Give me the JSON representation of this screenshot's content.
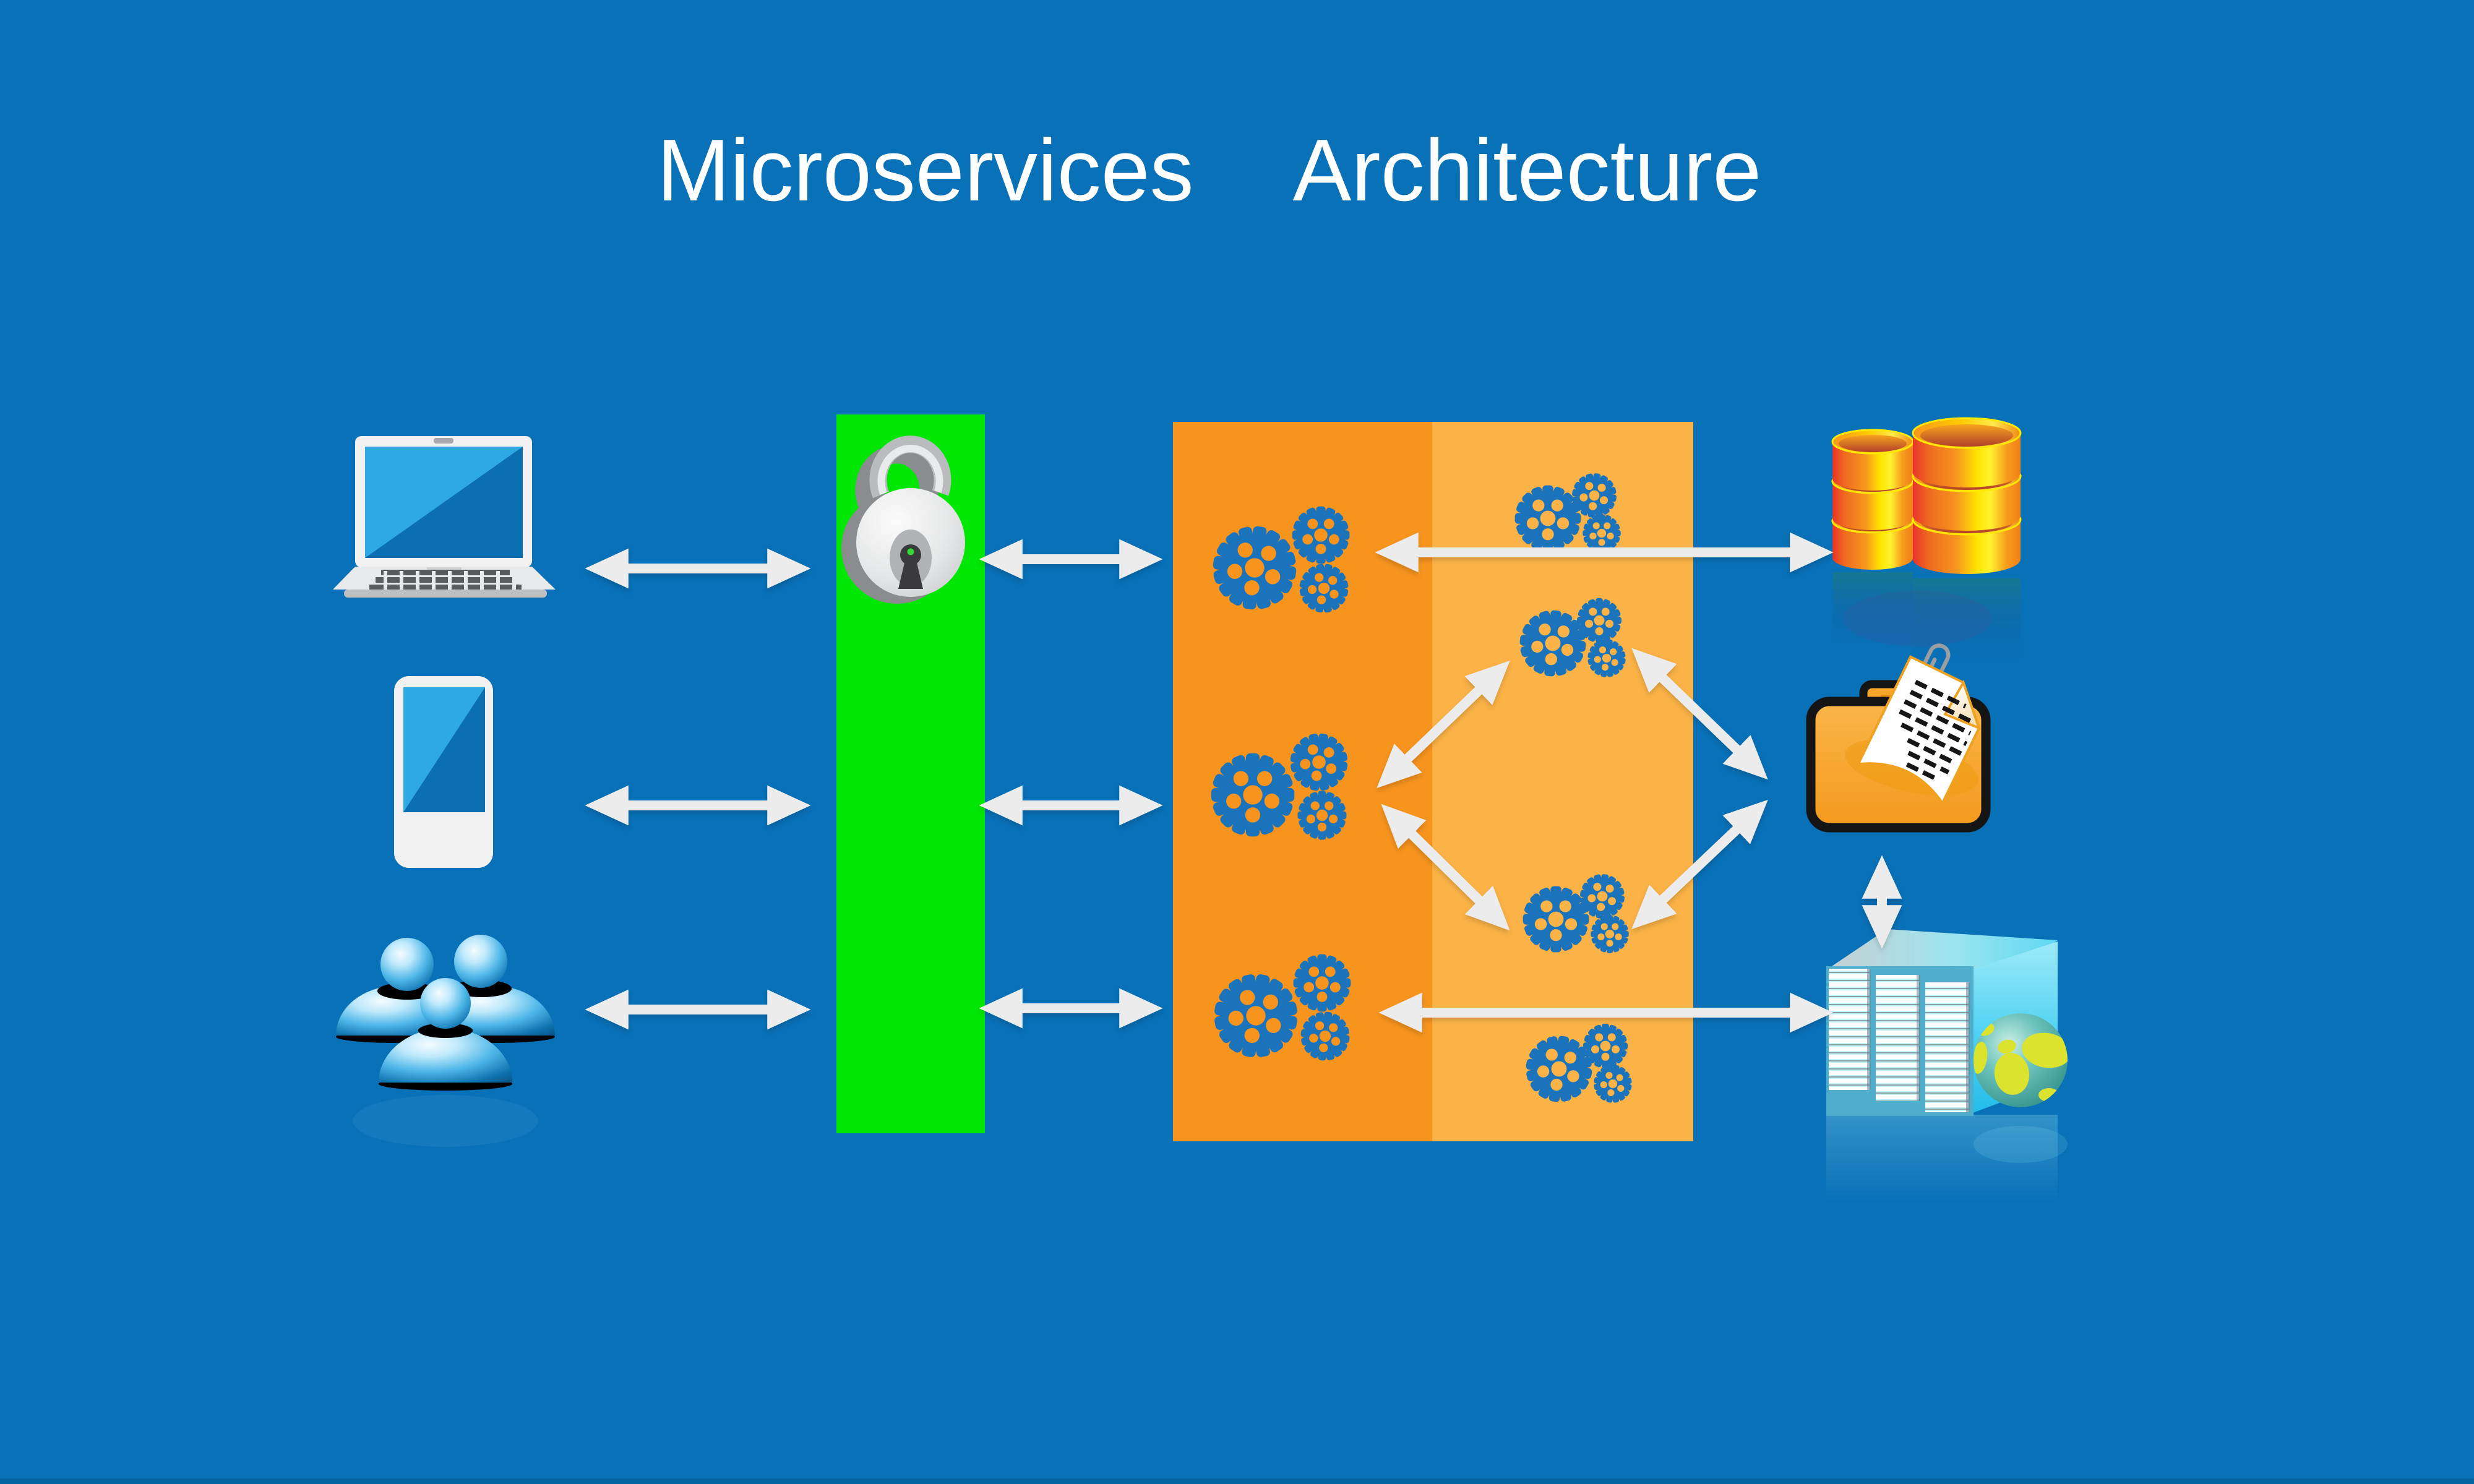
{
  "title": {
    "word1": "Microservices",
    "word2": "Architecture"
  },
  "palette": {
    "background_blue": "#0971B8",
    "gateway_green": "#00E703",
    "services_dark_orange": "#F7941E",
    "services_light_orange": "#FBB347",
    "gear_blue": "#1B74BB",
    "arrow_gray": "#ECECEC",
    "screen_light_blue": "#2FA9E1",
    "screen_dark_blue": "#0B6FB2",
    "database_red": "#F0342B",
    "database_yellow": "#FFF100",
    "folder_orange": "#F8AC33",
    "server_cyan": "#29C0E8",
    "globe_land_yellow": "#DCE32E"
  },
  "diagram": {
    "clients": [
      {
        "id": "laptop",
        "icon": "laptop-icon"
      },
      {
        "id": "smartphone",
        "icon": "smartphone-icon"
      },
      {
        "id": "users",
        "icon": "users-icon"
      }
    ],
    "gateway": {
      "id": "security-gateway",
      "icon": "padlock-icon"
    },
    "services_panel": {
      "id": "microservices-panel",
      "icon": "gears-icon",
      "gear_clusters_left_column": 3,
      "gear_clusters_right_column": 4
    },
    "backends": [
      {
        "id": "database",
        "icon": "database-icon"
      },
      {
        "id": "documents-folder",
        "icon": "folder-document-icon"
      },
      {
        "id": "web-server",
        "icon": "server-globe-icon"
      }
    ],
    "connections": [
      {
        "from": "laptop",
        "to": "security-gateway",
        "type": "bidirectional"
      },
      {
        "from": "smartphone",
        "to": "security-gateway",
        "type": "bidirectional"
      },
      {
        "from": "users",
        "to": "security-gateway",
        "type": "bidirectional"
      },
      {
        "from": "security-gateway",
        "to": "microservices-panel",
        "type": "bidirectional",
        "count": 3
      },
      {
        "from": "microservice-top",
        "to": "database",
        "type": "bidirectional"
      },
      {
        "from": "microservice-middle",
        "to": "service-top-right",
        "type": "bidirectional"
      },
      {
        "from": "microservice-middle",
        "to": "service-bottom-right",
        "type": "bidirectional"
      },
      {
        "from": "service-top-right",
        "to": "documents-folder",
        "type": "bidirectional"
      },
      {
        "from": "service-bottom-right",
        "to": "documents-folder",
        "type": "bidirectional"
      },
      {
        "from": "microservice-bottom",
        "to": "web-server",
        "type": "bidirectional"
      },
      {
        "from": "documents-folder",
        "to": "web-server",
        "type": "bidirectional"
      }
    ]
  }
}
